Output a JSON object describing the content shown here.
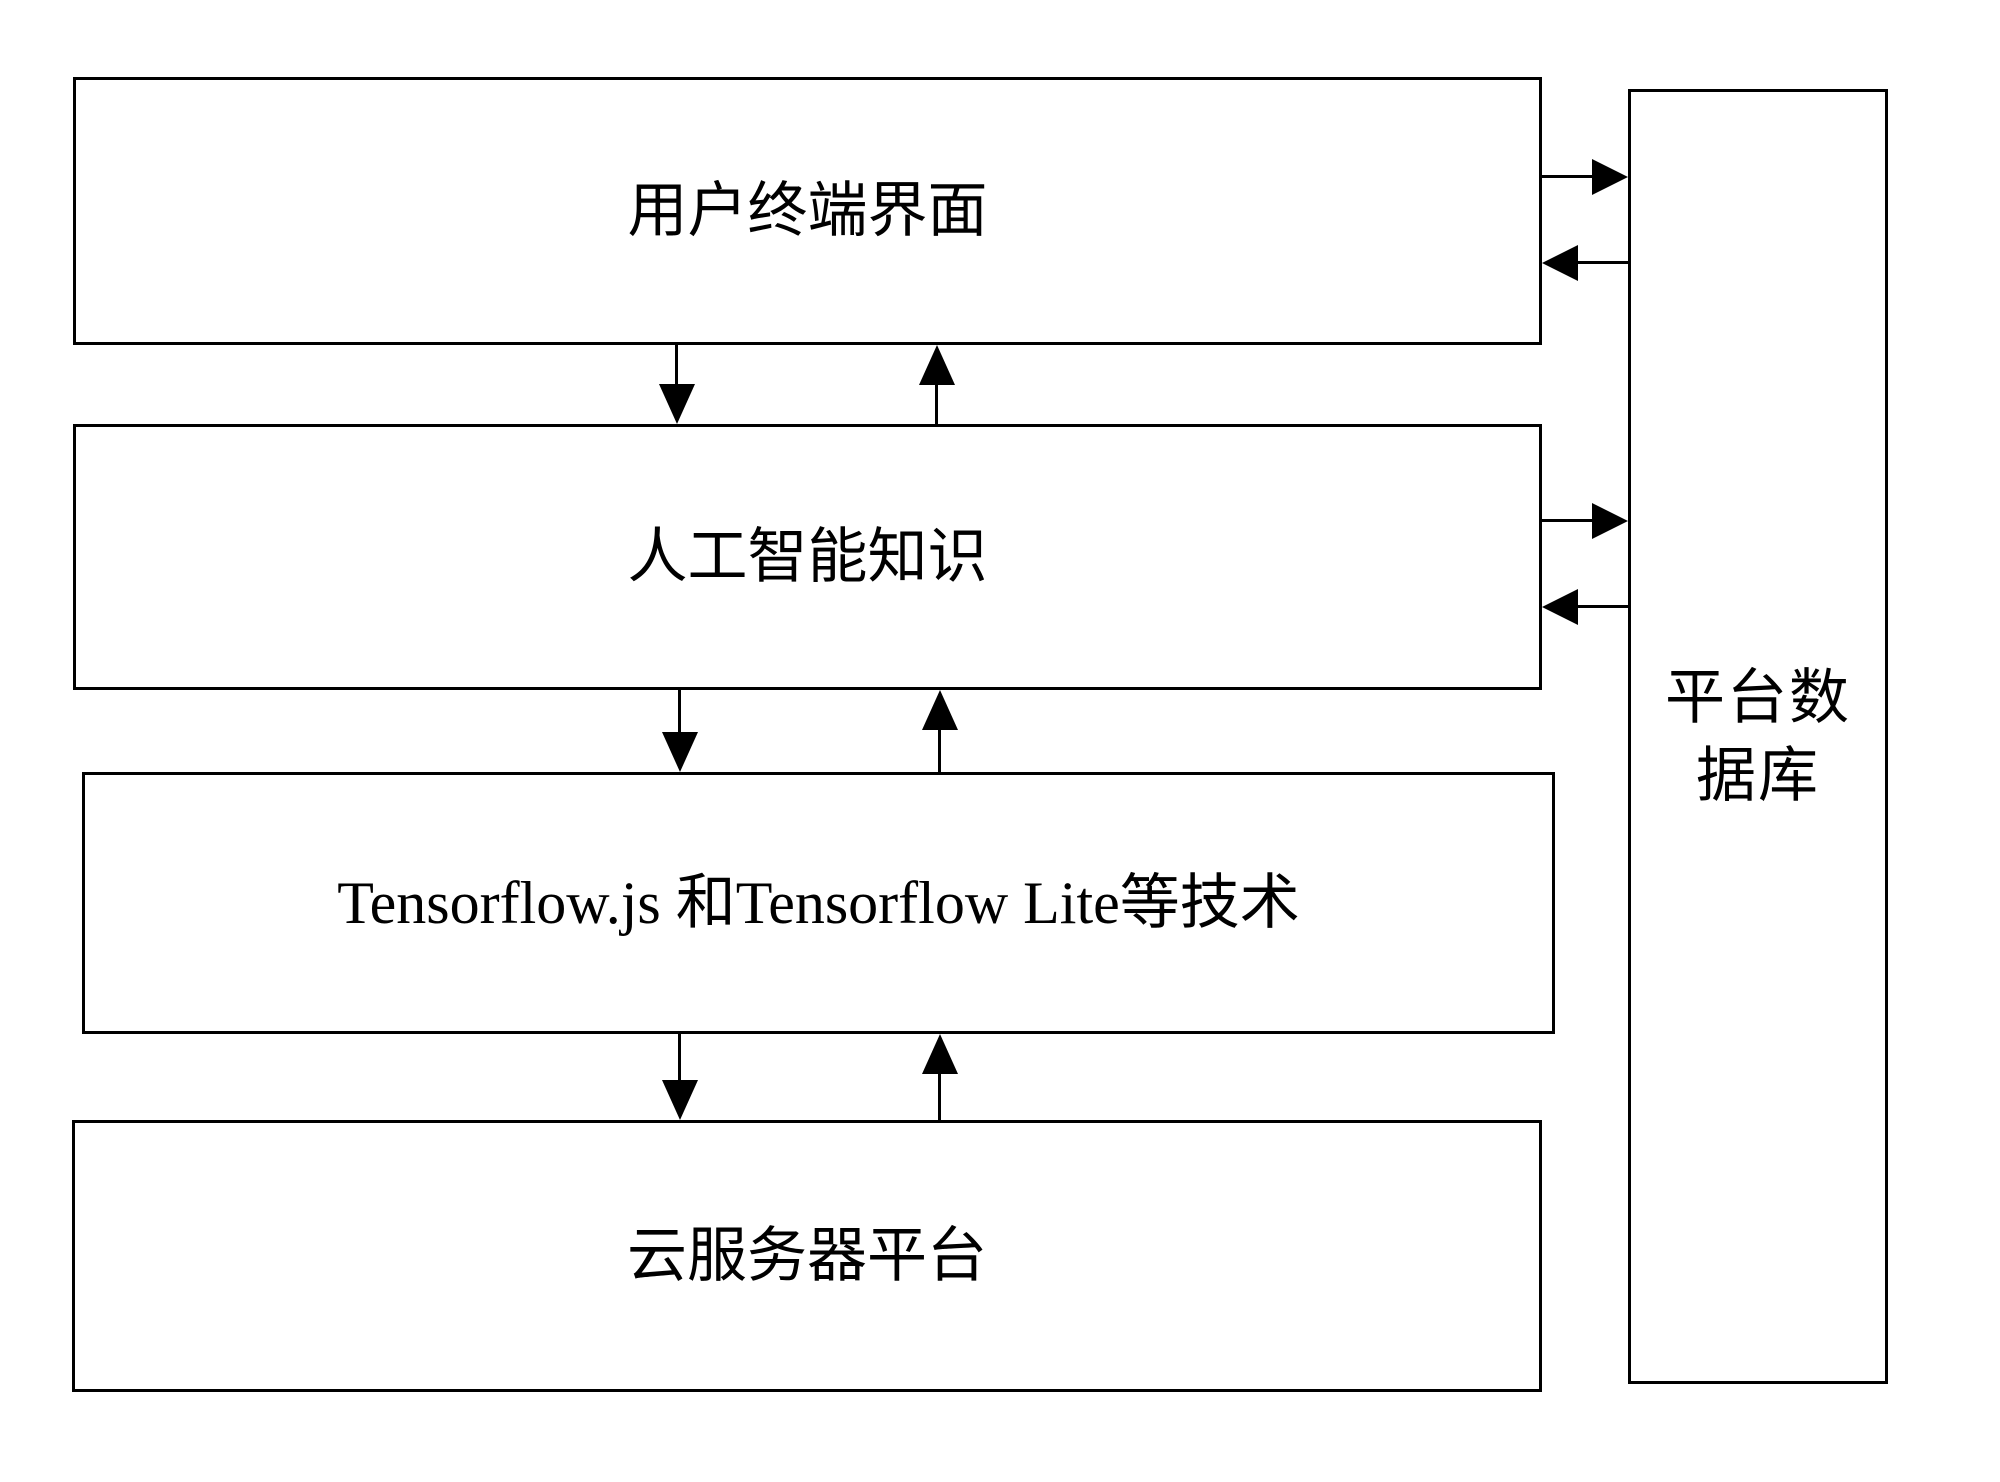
{
  "diagram": {
    "boxes": [
      {
        "id": "user-terminal",
        "label": "用户终端界面"
      },
      {
        "id": "ai-knowledge",
        "label": "人工智能知识"
      },
      {
        "id": "tensorflow-tech",
        "label": "Tensorflow.js 和Tensorflow Lite等技术"
      },
      {
        "id": "cloud-server",
        "label": "云服务器平台"
      },
      {
        "id": "platform-database",
        "label": "平台数据库"
      }
    ],
    "connections": [
      {
        "from": "user-terminal",
        "to": "ai-knowledge",
        "bidirectional": true
      },
      {
        "from": "ai-knowledge",
        "to": "tensorflow-tech",
        "bidirectional": true
      },
      {
        "from": "tensorflow-tech",
        "to": "cloud-server",
        "bidirectional": true
      },
      {
        "from": "user-terminal",
        "to": "platform-database",
        "bidirectional": true
      },
      {
        "from": "ai-knowledge",
        "to": "platform-database",
        "bidirectional": true
      }
    ],
    "colors": {
      "stroke": "#000000",
      "fill": "#ffffff",
      "text": "#000000"
    }
  }
}
